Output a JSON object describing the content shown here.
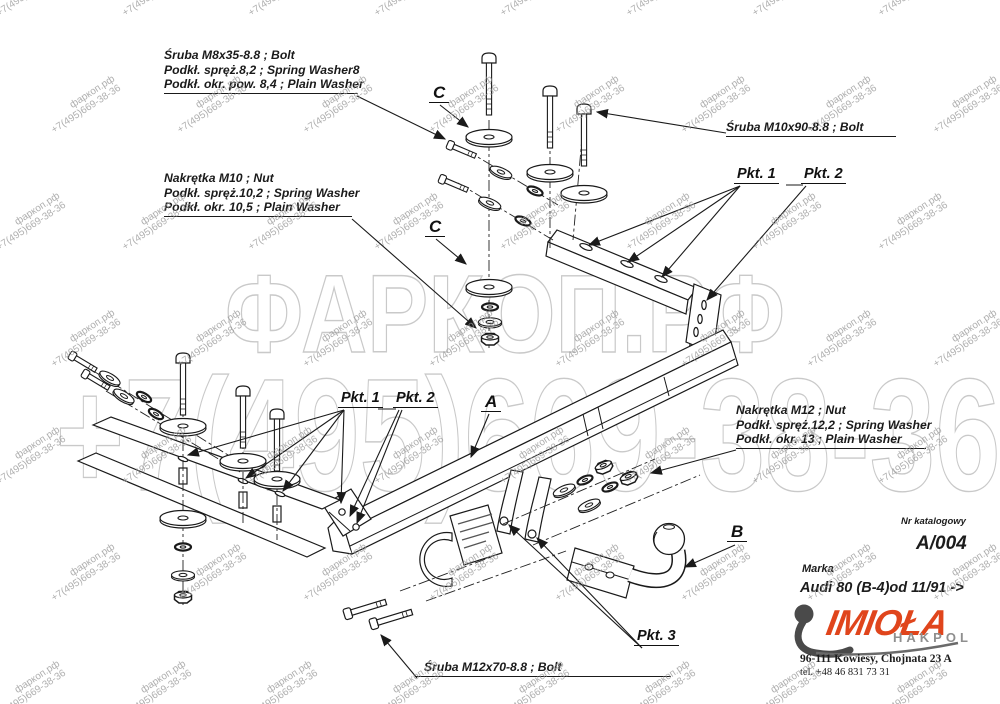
{
  "watermark": {
    "site": "фаркоп.рф",
    "phone": "+7(495)669-38-36",
    "big_site": "ФАРКОП.РФ",
    "big_phone": "+7(495)669-38-36"
  },
  "callouts": {
    "bolt_m8": {
      "line1": "Śruba M8x35-8.8 ;  Bolt",
      "line2": "Podkł. spręż.8,2 ; Spring Washer8",
      "line3": "Podkł. okr. pow. 8,4 ; Plain Washer"
    },
    "bolt_m10": {
      "line1": "Śruba M10x90-8.8 ;  Bolt"
    },
    "nut_m10": {
      "line1": "Nakrętka  M10 ; Nut",
      "line2": "Podkł. spręż.10,2 ; Spring Washer",
      "line3": "Podkł. okr. 10,5 ; Plain Washer"
    },
    "nut_m12": {
      "line1": "Nakrętka  M12 ; Nut",
      "line2": "Podkł. spręż.12,2 ; Spring Washer",
      "line3": "Podkł. okr. 13 ; Plain Washer"
    },
    "bolt_m12": {
      "line1": "Śruba M12x70-8.8 ;  Bolt"
    }
  },
  "markers": {
    "pkt1": "Pkt. 1",
    "pkt2": "Pkt. 2",
    "pkt3": "Pkt. 3",
    "a": "A",
    "b": "B",
    "c": "C"
  },
  "info": {
    "catalog_label": "Nr katalogowy",
    "catalog_number": "A/004",
    "brand_label": "Marka",
    "model": "Audi 80 (B-4)",
    "date_range": "od  11/91 ->",
    "brand_name": "IMIOŁA",
    "brand_sub": "HAKPOL",
    "address": "96-111 Kowiesy, Chojnata 23 A",
    "phone": "tel. +48 46 831 73 31"
  },
  "colors": {
    "line": "#1a1a1a",
    "watermark_small": "#9b9b9b",
    "watermark_big": "#c9c9c9",
    "logo_red": "#e0451c",
    "logo_gray": "#8f8f8f",
    "hook_gray": "#4a4a4a"
  }
}
